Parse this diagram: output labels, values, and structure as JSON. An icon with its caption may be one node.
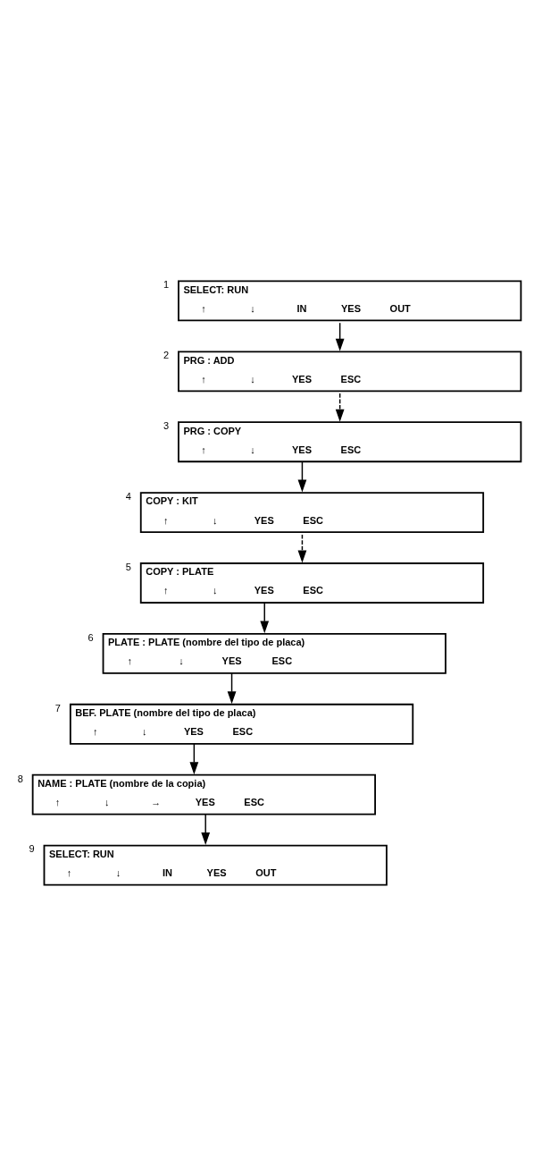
{
  "diagram": {
    "nodes": [
      {
        "text": [
          "SELECT: RUN",
          "↑",
          "↓",
          "IN",
          "YES",
          "OUT"
        ],
        "beside": [
          "1"
        ]
      },
      {
        "text": [
          "PRG : ADD",
          "↑",
          "↓",
          "YES",
          "ESC"
        ],
        "beside": [
          "2"
        ]
      },
      {
        "text": [
          "PRG : COPY",
          "↑",
          "↓",
          "YES",
          "ESC"
        ],
        "beside": [
          "3"
        ]
      },
      {
        "text": [
          "COPY : KIT",
          "↑",
          "↓",
          "YES",
          "ESC"
        ],
        "beside": [
          "4"
        ]
      },
      {
        "text": [
          "COPY : PLATE",
          "↑",
          "↓",
          "YES",
          "ESC"
        ],
        "beside": [
          "5"
        ]
      },
      {
        "text": [
          "PLATE : PLATE (nombre del tipo de placa)",
          "↑",
          "↓",
          "YES",
          "ESC"
        ],
        "beside": [
          "6"
        ]
      },
      {
        "text": [
          "BEF. PLATE (nombre del tipo de placa)",
          "↑",
          "↓",
          "YES",
          "ESC"
        ],
        "beside": [
          "7"
        ]
      },
      {
        "text": [
          "NAME : PLATE (nombre de la copia)",
          "↑",
          "↓",
          "→",
          "YES",
          "ESC"
        ],
        "beside": [
          "8"
        ]
      },
      {
        "text": [
          "SELECT: RUN",
          "↑",
          "↓",
          "IN",
          "YES",
          "OUT"
        ],
        "beside": [
          "9"
        ]
      }
    ],
    "edges": [
      {
        "from": 0,
        "to": 1,
        "arrow": "to"
      },
      {
        "from": 1,
        "to": 2,
        "arrow": "to",
        "style": "dashed"
      },
      {
        "from": 2,
        "to": 3,
        "arrow": "to"
      },
      {
        "from": 3,
        "to": 4,
        "arrow": "to",
        "style": "dashed"
      },
      {
        "from": 4,
        "to": 5,
        "arrow": "to"
      },
      {
        "from": 5,
        "to": 6,
        "arrow": "to"
      },
      {
        "from": 6,
        "to": 7,
        "arrow": "to"
      },
      {
        "from": 7,
        "to": 8,
        "arrow": "to"
      }
    ]
  }
}
